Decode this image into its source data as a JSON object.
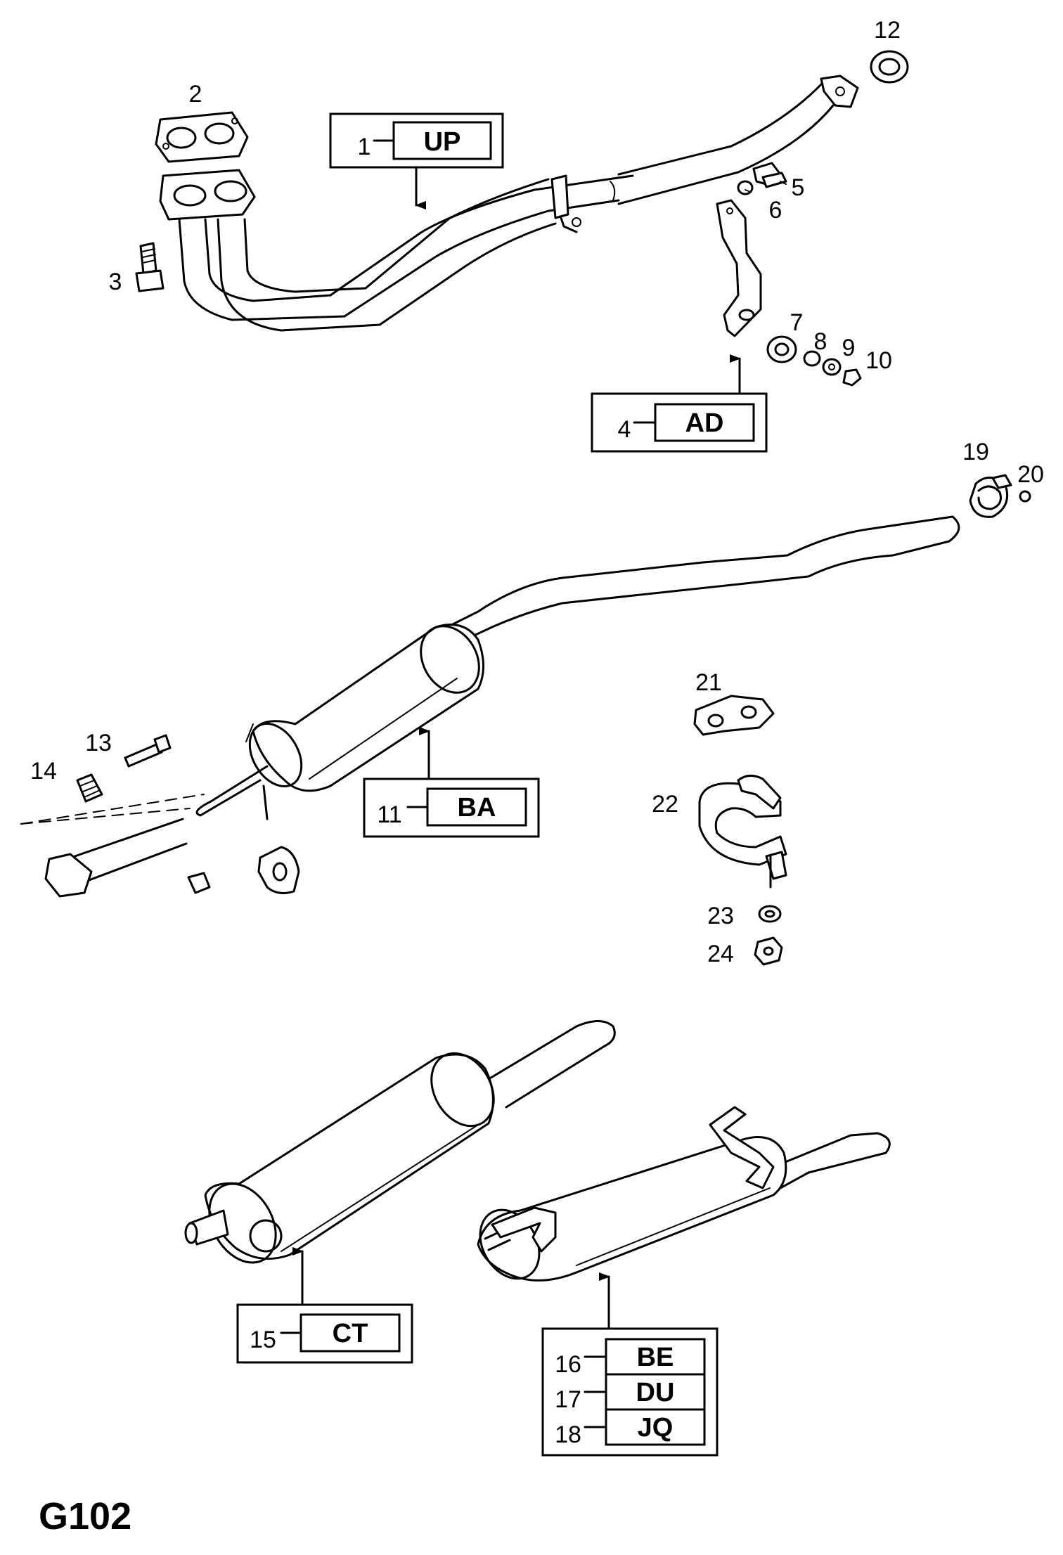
{
  "diagram": {
    "reference": "G102",
    "part_numbers": {
      "p1": "1",
      "p2": "2",
      "p3": "3",
      "p4": "4",
      "p5": "5",
      "p6": "6",
      "p7": "7",
      "p8": "8",
      "p9": "9",
      "p10": "10",
      "p11": "11",
      "p12": "12",
      "p13": "13",
      "p14": "14",
      "p15": "15",
      "p16": "16",
      "p17": "17",
      "p18": "18",
      "p19": "19",
      "p20": "20",
      "p21": "21",
      "p22": "22",
      "p23": "23",
      "p24": "24"
    },
    "codes": {
      "up": "UP",
      "ad": "AD",
      "ba": "BA",
      "ct": "CT",
      "be": "BE",
      "du": "DU",
      "jq": "JQ"
    }
  }
}
